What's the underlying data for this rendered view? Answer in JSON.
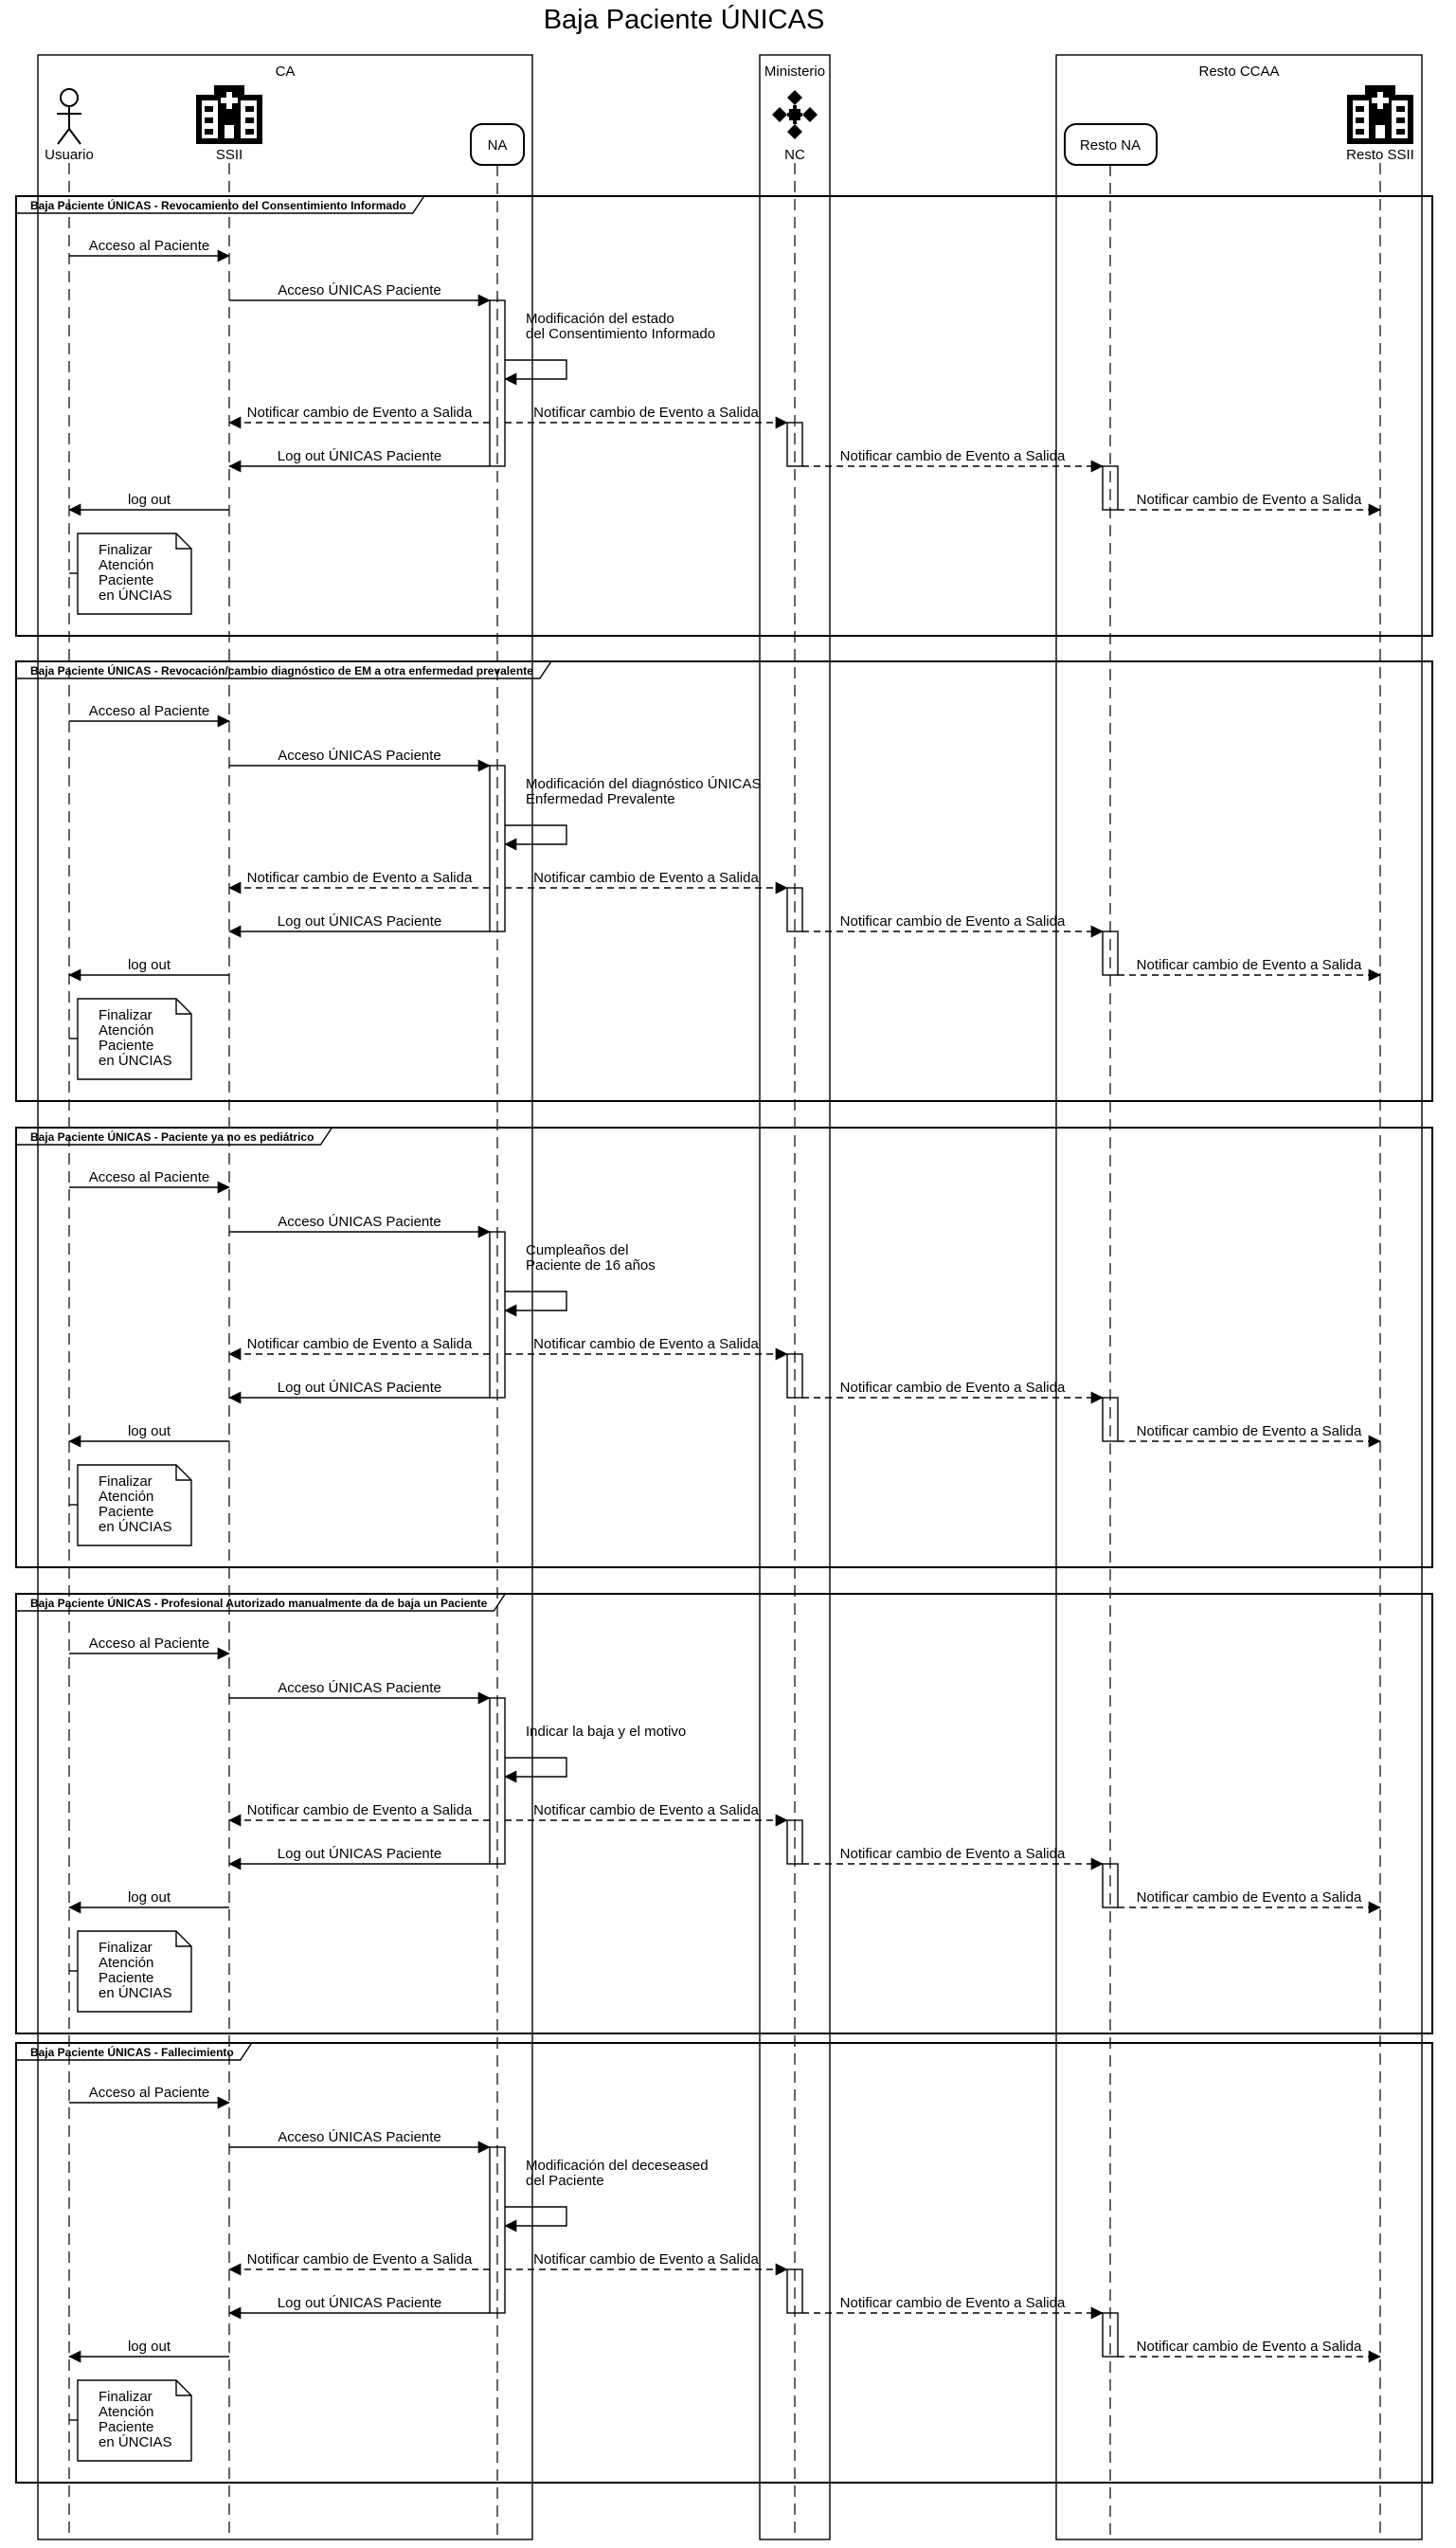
{
  "title": "Baja Paciente ÚNICAS",
  "groups": {
    "ca": "CA",
    "ministerio": "Ministerio",
    "resto_ccaa": "Resto CCAA"
  },
  "participants": {
    "usuario": "Usuario",
    "ssii": "SSII",
    "na": "NA",
    "nc": "NC",
    "resto_na": "Resto NA",
    "resto_ssii": "Resto SSII"
  },
  "icons": {
    "usuario": "person-icon",
    "ssii": "hospital-icon",
    "nc": "network-icon",
    "resto_ssii": "hospital-icon"
  },
  "messages": {
    "acceso_paciente": "Acceso al Paciente",
    "acceso_unicas": "Acceso ÚNICAS Paciente",
    "notificar": "Notificar cambio de Evento a Salida",
    "logout_unicas": "Log out ÚNICAS Paciente",
    "logout": "log out"
  },
  "note": [
    "Finalizar",
    "Atención",
    "Paciente",
    "en ÚNCIAS"
  ],
  "fragments": [
    {
      "label": "Baja Paciente ÚNICAS - Revocamiento del Consentimiento Informado",
      "self_message": [
        "Modificación del estado",
        "del Consentimiento Informado"
      ]
    },
    {
      "label": "Baja Paciente ÚNICAS - Revocación/cambio diagnóstico de EM a otra enfermedad prevalente",
      "self_message": [
        "Modificación del diagnóstico ÚNICAS",
        "Enfermedad Prevalente"
      ]
    },
    {
      "label": "Baja Paciente ÚNICAS - Paciente ya no es pediátrico",
      "self_message": [
        "Cumpleaños del",
        "Paciente de 16 años"
      ]
    },
    {
      "label": "Baja Paciente ÚNICAS - Profesional Autorizado manualmente da de baja un Paciente",
      "self_message": [
        "Indicar la baja y el motivo"
      ]
    },
    {
      "label": "Baja Paciente ÚNICAS - Fallecimiento",
      "self_message": [
        "Modificación del deceseased",
        "del Paciente"
      ]
    }
  ]
}
